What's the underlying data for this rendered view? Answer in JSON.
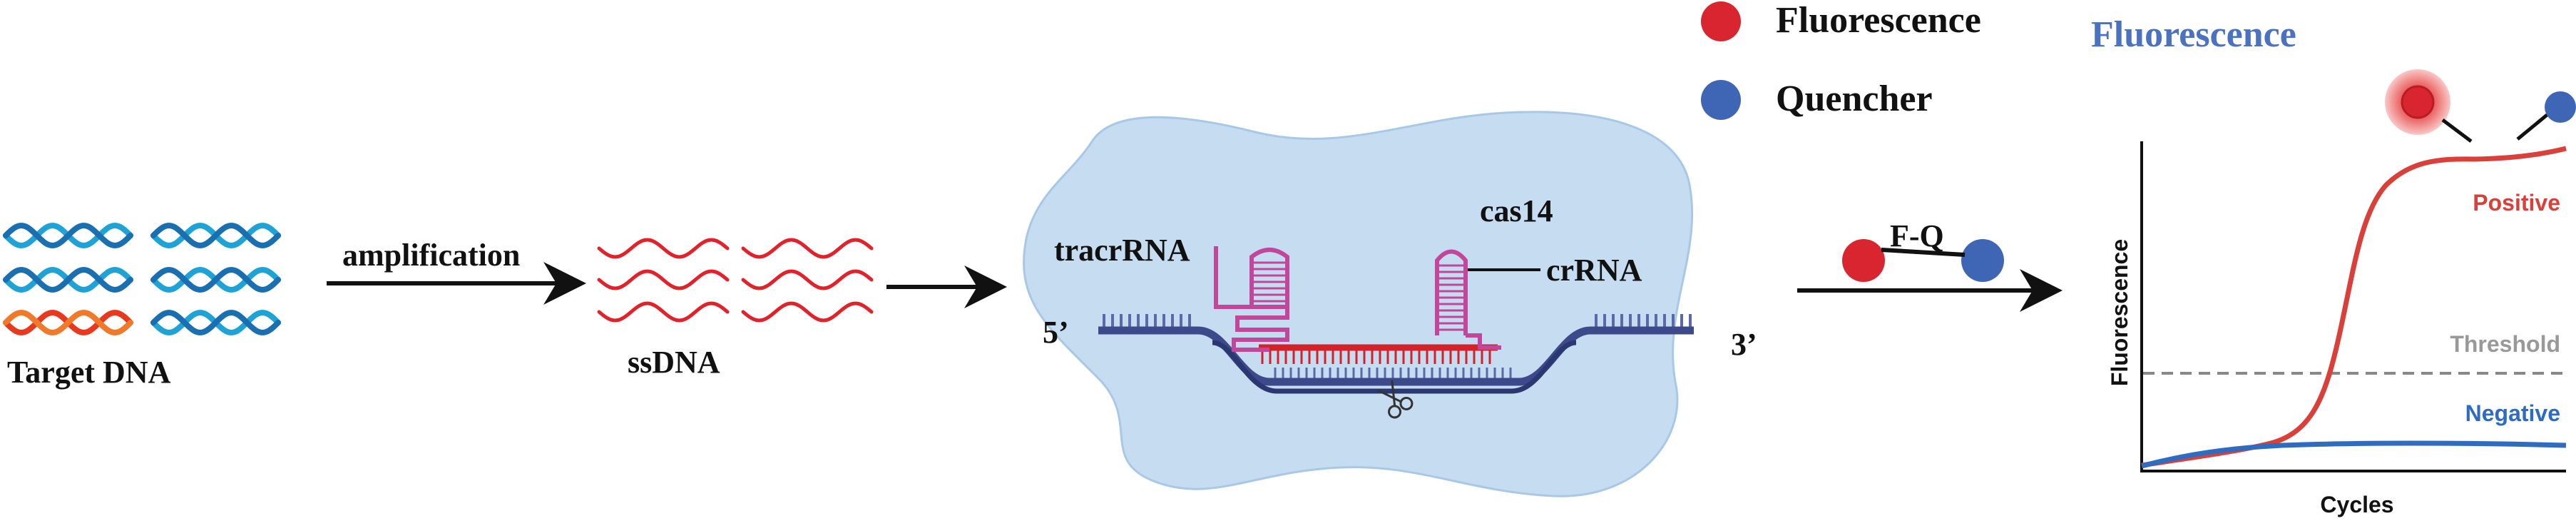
{
  "colors": {
    "dna_blue": "#1fa3d6",
    "dna_blue_dark": "#1a6fb0",
    "dna_red": "#e8391f",
    "dna_orange": "#f07a2a",
    "ssdna_red": "#e2222b",
    "arrow": "#111111",
    "cas14_fill": "#c5dcf1",
    "tracr": "#c2479a",
    "strand": "#3c4a8c",
    "strand_tick": "#5a6aa8",
    "crrna_pair": "#d2232a",
    "fluor": "#d9252f",
    "quench": "#3f66b5",
    "positive": "#d9403a",
    "negative": "#2f6cc0",
    "threshold": "#888888",
    "title_blue": "#4a72c0"
  },
  "labels": {
    "target_dna": "Target DNA",
    "amplification": "amplification",
    "ssdna": "ssDNA",
    "cas14": "cas14",
    "tracrrna": "tracrRNA",
    "crrna": "crRNA",
    "five_prime": "5’",
    "three_prime": "3’",
    "fq": "F-Q"
  },
  "legend": {
    "fluorescence": "Fluorescence",
    "quencher": "Quencher"
  },
  "icons": {
    "scissors": "scissors-icon",
    "fluorophore": "fluorophore-dot",
    "quencher": "quencher-dot"
  },
  "chart_data": {
    "type": "line",
    "title": "Fluorescence",
    "xlabel": "Cycles",
    "ylabel": "Fluorescence",
    "series": [
      {
        "name": "Positive",
        "color": "#d9403a",
        "trend": "sigmoid"
      },
      {
        "name": "Negative",
        "color": "#2f6cc0",
        "trend": "flat"
      }
    ],
    "threshold_label": "Threshold",
    "grid": false
  }
}
